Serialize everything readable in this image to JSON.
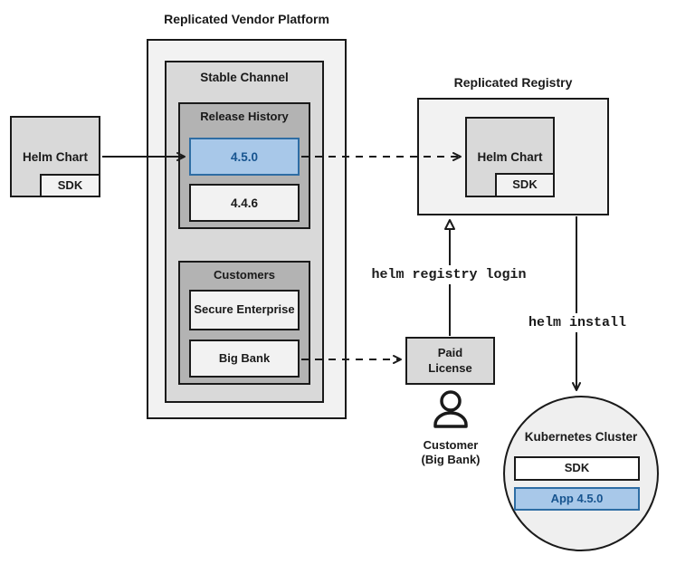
{
  "colors": {
    "highlight_fill": "#A8C8E9",
    "highlight_border": "#2E6DA4",
    "highlight_text": "#17548F",
    "box_light": "#F2F2F2",
    "box_medium": "#D9D9D9",
    "box_dark": "#B3B3B3"
  },
  "vendor_platform": {
    "title": "Replicated Vendor Platform",
    "stable_channel": {
      "label": "Stable Channel",
      "release_history": {
        "label": "Release History",
        "releases": [
          "4.5.0",
          "4.4.6"
        ]
      },
      "customers": {
        "label": "Customers",
        "names": [
          "Secure Enterprise",
          "Big Bank"
        ]
      }
    }
  },
  "source_chart": {
    "label": "Helm Chart",
    "sdk": "SDK"
  },
  "registry": {
    "title": "Replicated Registry",
    "chart": {
      "label": "Helm Chart",
      "sdk": "SDK"
    }
  },
  "license": {
    "label": "Paid\nLicense"
  },
  "customer": {
    "label": "Customer\n(Big Bank)"
  },
  "cluster": {
    "label": "Kubernetes Cluster",
    "sdk": "SDK",
    "app": "App 4.5.0"
  },
  "commands": {
    "login": "helm registry login",
    "install": "helm install"
  }
}
